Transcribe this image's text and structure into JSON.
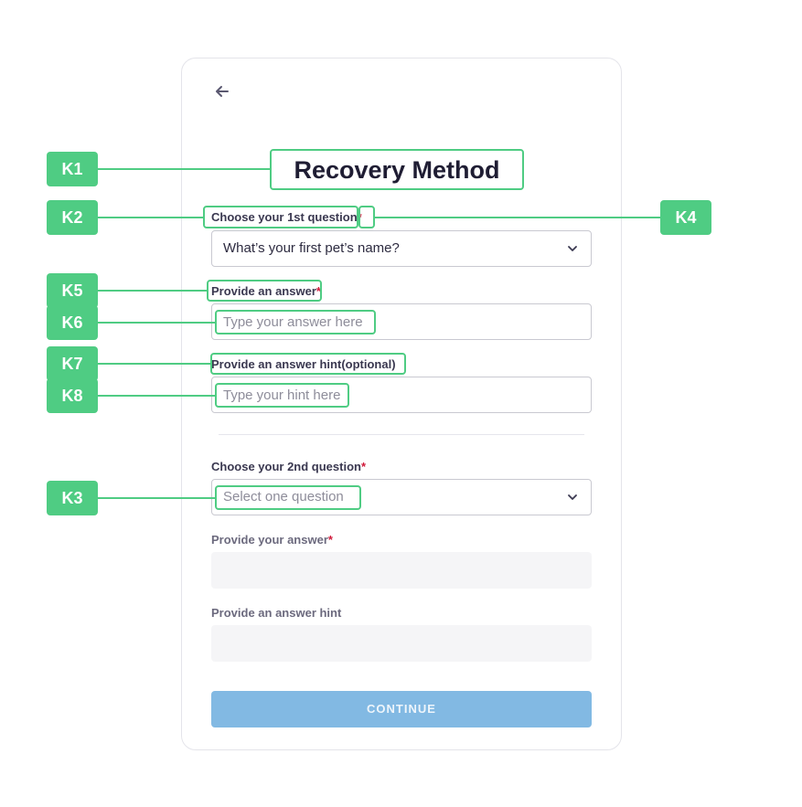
{
  "form": {
    "title": "Recovery Method",
    "required_mark": "*",
    "q1": {
      "label": "Choose your 1st question",
      "selected": "What’s your first pet’s name?"
    },
    "answer1": {
      "label": "Provide an answer",
      "placeholder": "Type your answer here"
    },
    "hint1": {
      "label": "Provide an answer hint(optional)",
      "placeholder": "Type your hint here"
    },
    "q2": {
      "label": "Choose your 2nd question",
      "placeholder": "Select one question"
    },
    "answer2": {
      "label": "Provide your answer"
    },
    "hint2": {
      "label": "Provide an answer hint"
    },
    "continue_label": "CONTINUE"
  },
  "annotations": {
    "k1": "K1",
    "k2": "K2",
    "k3": "K3",
    "k4": "K4",
    "k5": "K5",
    "k6": "K6",
    "k7": "K7",
    "k8": "K8"
  },
  "colors": {
    "accent_green": "#4fcc83",
    "button_blue": "#82b9e3",
    "required_red": "#d0193a"
  },
  "icons": {
    "back": "arrow-left-icon",
    "dropdown": "chevron-down-icon"
  }
}
